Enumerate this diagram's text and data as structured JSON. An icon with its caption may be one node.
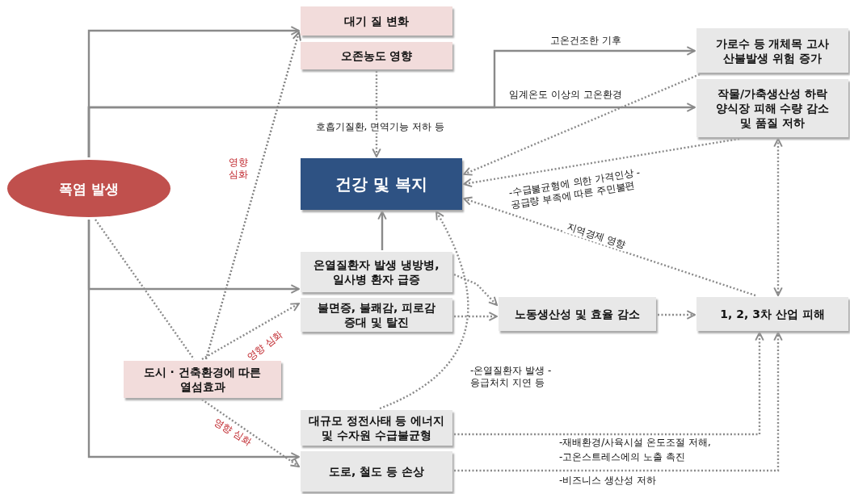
{
  "diagram": {
    "nodes": [
      {
        "text": [
          "폭염 발생"
        ]
      },
      {
        "text": [
          "대기 질 변화"
        ]
      },
      {
        "text": [
          "오존농도 영향"
        ]
      },
      {
        "text": [
          "건강 및 복지"
        ]
      },
      {
        "text": [
          "가로수 등 개체목 고사 산불발생 위험 증가"
        ]
      },
      {
        "text": [
          "작물/가축생산성 하락 양식장 피해 수량 감소 및 품질 저하"
        ]
      },
      {
        "text": [
          "온열질환자 발생 냉방병, 일사병 환자 급증"
        ]
      },
      {
        "text": [
          "불면증, 불쾌감, 피로감 증대 및 탈진"
        ]
      },
      {
        "text": [
          "노동생산성 및 효율 감소"
        ]
      },
      {
        "text": [
          "1, 2, 3차 산업 피해"
        ]
      },
      {
        "text": [
          "도시 · 건축환경에 따른 열섬효과"
        ]
      },
      {
        "text": [
          "대규모 정전사태 등 에너지 및 수자원 수급불균형"
        ]
      },
      {
        "text": [
          "도로, 철도 등 손상"
        ]
      }
    ],
    "edges": [
      {
        "from": 0,
        "to": 1,
        "arrow": "to"
      },
      {
        "from": 0,
        "to": 4,
        "arrow": "to",
        "label": "고온건조한 기후"
      },
      {
        "from": 0,
        "to": 5,
        "arrow": "to",
        "label": "임계온도 이상의 고온환경"
      },
      {
        "from": 0,
        "to": 6,
        "arrow": "to"
      },
      {
        "from": 0,
        "to": 12,
        "arrow": "to"
      },
      {
        "from": 2,
        "to": 3,
        "arrow": "to",
        "style": "dashed",
        "label": "호흡기질환, 면역기능 저하 등"
      },
      {
        "from": 6,
        "to": 3,
        "arrow": "to"
      },
      {
        "from": 4,
        "to": 3,
        "arrow": "to",
        "style": "dashed"
      },
      {
        "from": 5,
        "to": 3,
        "arrow": "to",
        "style": "dashed",
        "label": "-수급불균형에 의한 가격인상 -공급량 부족에 따른 주민불편"
      },
      {
        "from": 9,
        "to": 3,
        "arrow": "to",
        "style": "dashed",
        "label": "지역경제 영향"
      },
      {
        "from": 5,
        "to": 9,
        "arrow": "both",
        "style": "dashed"
      },
      {
        "from": 6,
        "to": 8,
        "arrow": "to",
        "style": "dashed"
      },
      {
        "from": 7,
        "to": 8,
        "arrow": "to",
        "style": "dashed"
      },
      {
        "from": 8,
        "to": 9,
        "arrow": "to",
        "style": "dashed"
      },
      {
        "from": 11,
        "to": 3,
        "arrow": "to",
        "style": "dashed",
        "label": "-온열질환자 발생 -응급처치 지연 등"
      },
      {
        "from": 11,
        "to": 9,
        "arrow": "to",
        "style": "dashed"
      },
      {
        "from": 12,
        "to": 9,
        "arrow": "to",
        "style": "dashed"
      },
      {
        "from": 10,
        "to": 1,
        "arrow": "to",
        "style": "dashed",
        "label": "영향 심화",
        "color": "#7f7f7f"
      },
      {
        "from": 0,
        "to": 10,
        "arrow": "none",
        "style": "dashed"
      },
      {
        "from": 10,
        "to": 7,
        "arrow": "to",
        "style": "dashed",
        "label": "영향 심화"
      },
      {
        "from": 10,
        "to": 12,
        "arrow": "to",
        "style": "dashed",
        "label": "영향 심화"
      }
    ],
    "labels": [
      "-재배환경/사육시설 온도조절 저해,",
      "-고온스트레스에의 노출 촉진",
      "-비즈니스 생산성 저하"
    ]
  }
}
